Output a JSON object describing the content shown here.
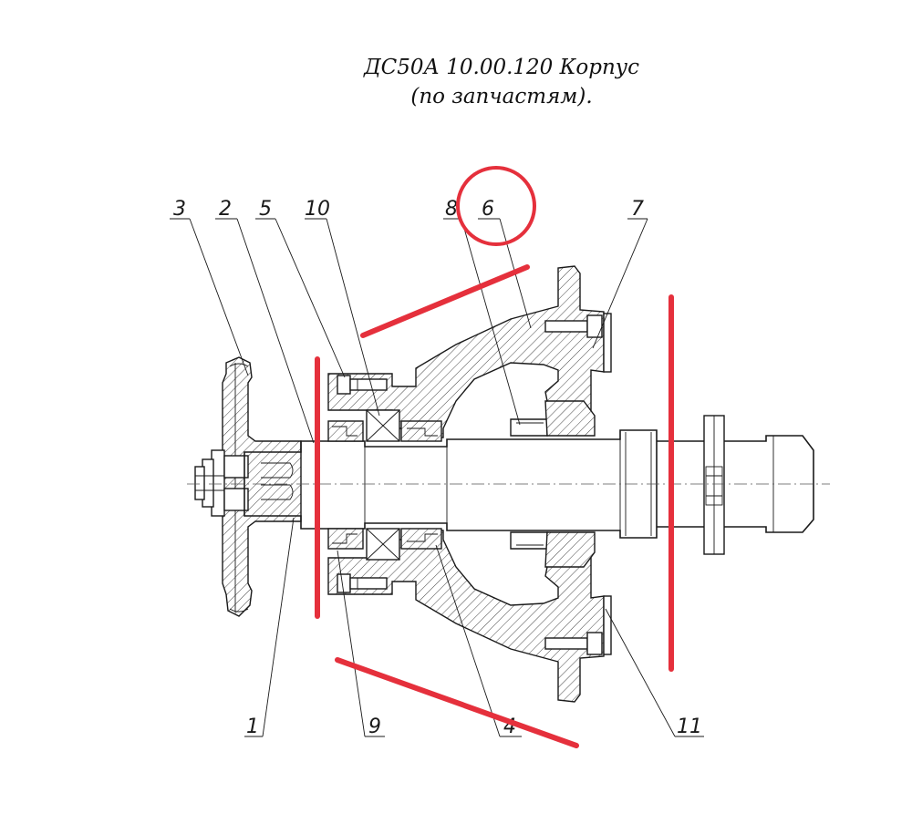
{
  "title": {
    "line1": "ДС50А 10.00.120 Корпус",
    "line2": "(по запчастям)."
  },
  "callouts": [
    {
      "id": "c3",
      "label": "3"
    },
    {
      "id": "c2",
      "label": "2"
    },
    {
      "id": "c5",
      "label": "5"
    },
    {
      "id": "c10",
      "label": "10"
    },
    {
      "id": "c8",
      "label": "8"
    },
    {
      "id": "c6",
      "label": "6"
    },
    {
      "id": "c7",
      "label": "7"
    },
    {
      "id": "c1",
      "label": "1"
    },
    {
      "id": "c9",
      "label": "9"
    },
    {
      "id": "c4",
      "label": "4"
    },
    {
      "id": "c11",
      "label": "11"
    }
  ],
  "colors": {
    "markup": "#e5303c",
    "ink": "#1a1a1a"
  }
}
